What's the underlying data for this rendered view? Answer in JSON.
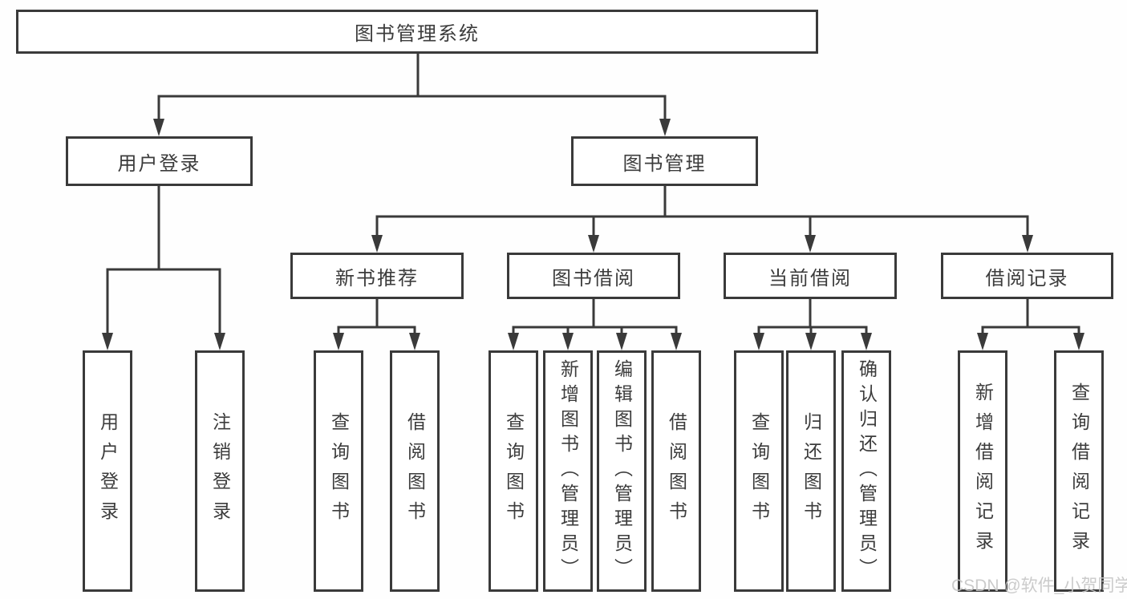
{
  "title": "图书管理系统",
  "branches": [
    {
      "label": "用户登录",
      "children": [
        {
          "label": "用户登录"
        },
        {
          "label": "注销登录"
        }
      ]
    },
    {
      "label": "图书管理",
      "sections": [
        {
          "label": "新书推荐",
          "children": [
            {
              "label": "查询图书"
            },
            {
              "label": "借阅图书"
            }
          ]
        },
        {
          "label": "图书借阅",
          "children": [
            {
              "label": "查询图书"
            },
            {
              "label": "新增图书（管理员）"
            },
            {
              "label": "编辑图书（管理员）"
            },
            {
              "label": "借阅图书"
            }
          ]
        },
        {
          "label": "当前借阅",
          "children": [
            {
              "label": "查询图书"
            },
            {
              "label": "归还图书"
            },
            {
              "label": "确认归还（管理员）"
            }
          ]
        },
        {
          "label": "借阅记录",
          "children": [
            {
              "label": "新增借阅记录"
            },
            {
              "label": "查询借阅记录"
            }
          ]
        }
      ]
    }
  ],
  "watermark": "CSDN @软件_小贺同学",
  "colors": {
    "line": "#3a3a3a",
    "text": "#3c3c3c",
    "watermark": "#c6c6c6"
  }
}
